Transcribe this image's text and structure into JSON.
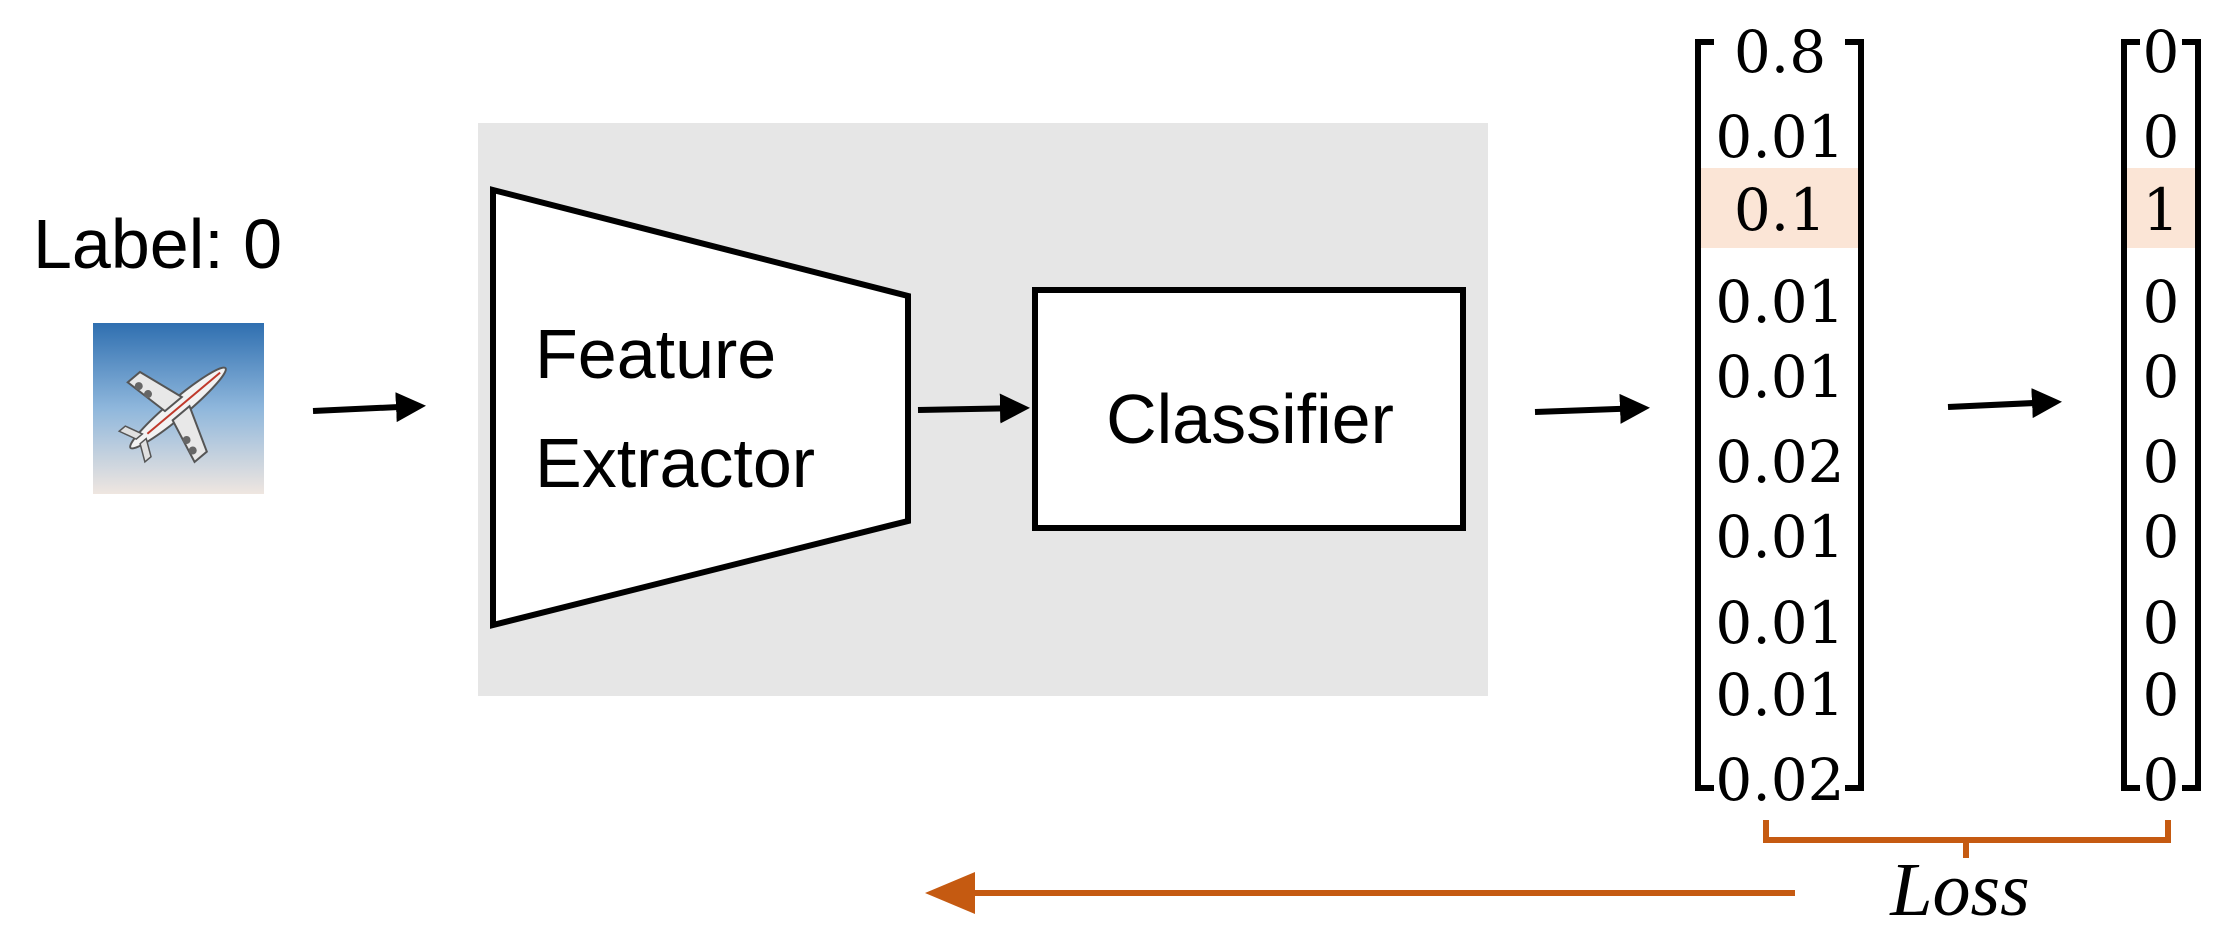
{
  "label_text": "Label: 0",
  "feature_extractor": {
    "line1": "Feature",
    "line2": "Extractor"
  },
  "classifier": "Classifier",
  "prediction_vector": [
    "0.8",
    "0.01",
    "0.1",
    "0.01",
    "0.01",
    "0.02",
    "0.01",
    "0.01",
    "0.01",
    "0.02"
  ],
  "target_vector": [
    "0",
    "0",
    "1",
    "0",
    "0",
    "0",
    "0",
    "0",
    "0",
    "0"
  ],
  "highlight_row_index": 2,
  "loss_label": "Loss",
  "colors": {
    "panel": "#e6e6e6",
    "highlight": "#fbe5d6",
    "loss_orange": "#c55a11",
    "stroke": "#000000"
  },
  "icons": {
    "input_image": "airplane-icon"
  }
}
